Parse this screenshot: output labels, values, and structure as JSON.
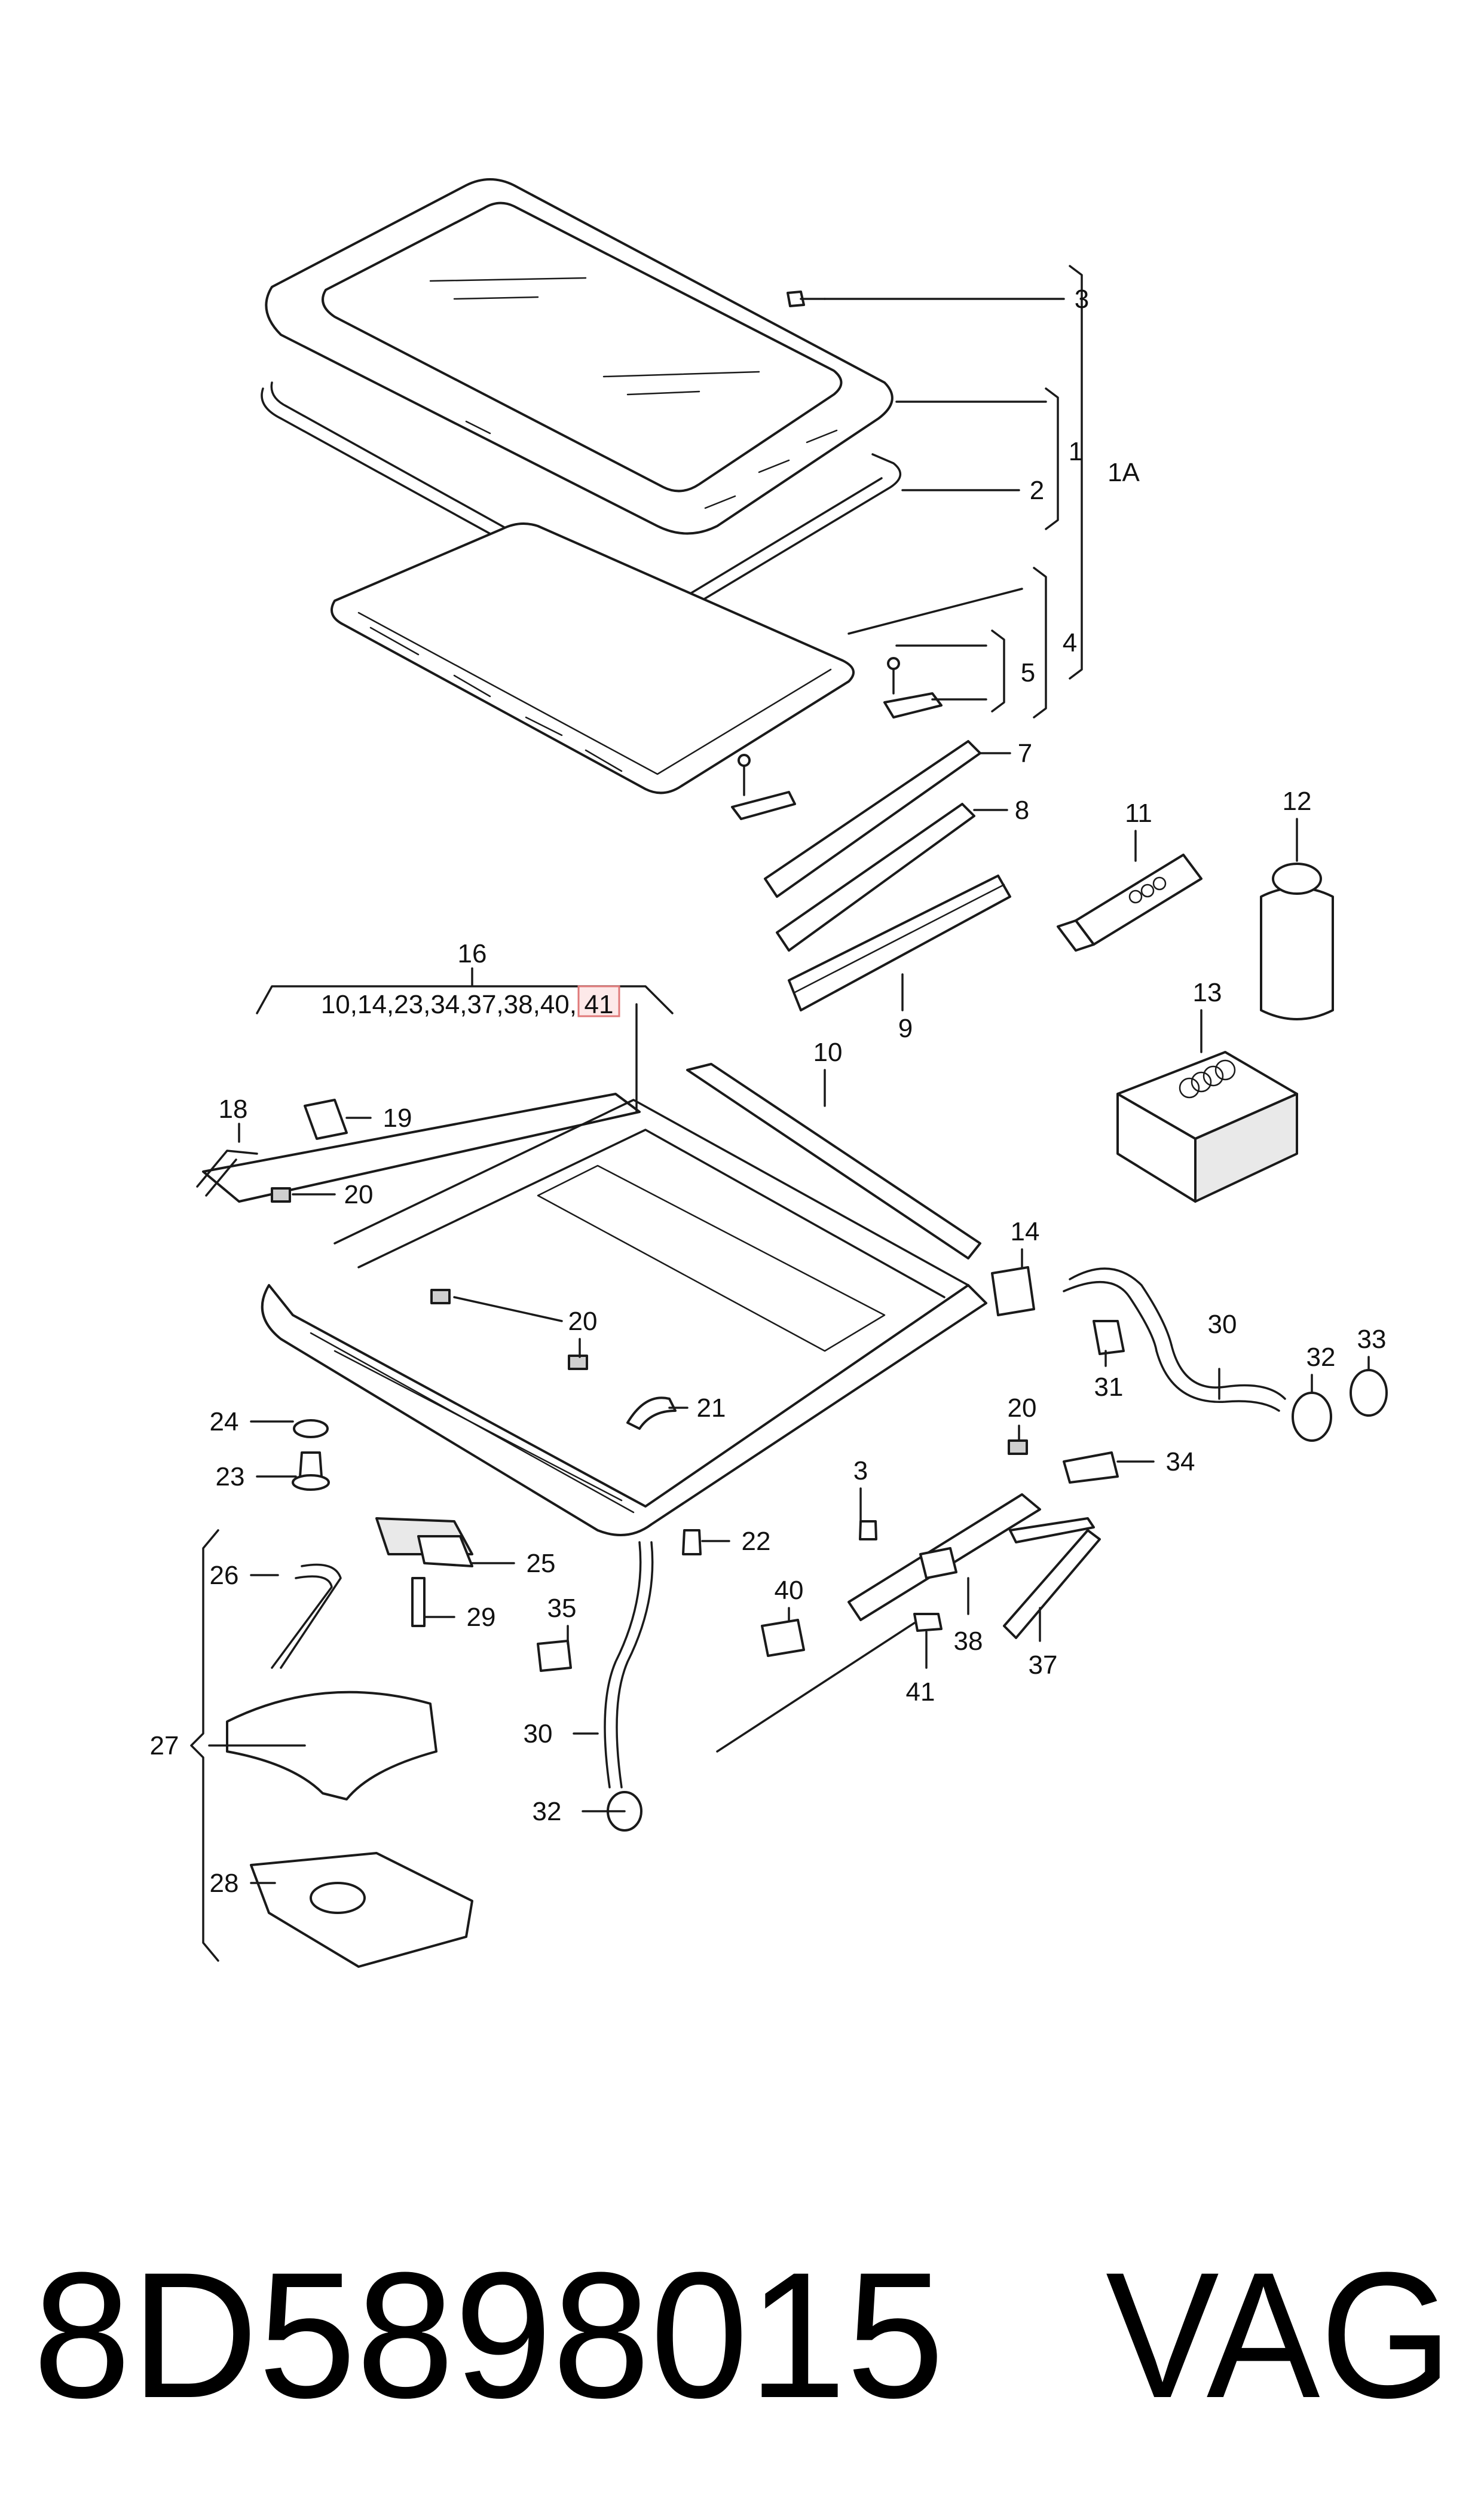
{
  "footer": {
    "part_number": "8D5898015",
    "brand": "VAG"
  },
  "group_label": {
    "number": "16",
    "contents": "10,14,23,34,37,38,40,",
    "highlighted": "41",
    "highlight_color": "#e07a7a"
  },
  "callouts": [
    {
      "id": "3a",
      "text": "3"
    },
    {
      "id": "1",
      "text": "1"
    },
    {
      "id": "1A",
      "text": "1A"
    },
    {
      "id": "2",
      "text": "2"
    },
    {
      "id": "4",
      "text": "4"
    },
    {
      "id": "5",
      "text": "5"
    },
    {
      "id": "7",
      "text": "7"
    },
    {
      "id": "8",
      "text": "8"
    },
    {
      "id": "9",
      "text": "9"
    },
    {
      "id": "11",
      "text": "11"
    },
    {
      "id": "12",
      "text": "12"
    },
    {
      "id": "13",
      "text": "13"
    },
    {
      "id": "10",
      "text": "10"
    },
    {
      "id": "18",
      "text": "18"
    },
    {
      "id": "19",
      "text": "19"
    },
    {
      "id": "20a",
      "text": "20"
    },
    {
      "id": "20b",
      "text": "20"
    },
    {
      "id": "21",
      "text": "21"
    },
    {
      "id": "14",
      "text": "14"
    },
    {
      "id": "30a",
      "text": "30"
    },
    {
      "id": "31",
      "text": "31"
    },
    {
      "id": "32a",
      "text": "32"
    },
    {
      "id": "33",
      "text": "33"
    },
    {
      "id": "20c",
      "text": "20"
    },
    {
      "id": "34",
      "text": "34"
    },
    {
      "id": "24",
      "text": "24"
    },
    {
      "id": "23",
      "text": "23"
    },
    {
      "id": "3b",
      "text": "3"
    },
    {
      "id": "22",
      "text": "22"
    },
    {
      "id": "25",
      "text": "25"
    },
    {
      "id": "26",
      "text": "26"
    },
    {
      "id": "29",
      "text": "29"
    },
    {
      "id": "35",
      "text": "35"
    },
    {
      "id": "40",
      "text": "40"
    },
    {
      "id": "38",
      "text": "38"
    },
    {
      "id": "37",
      "text": "37"
    },
    {
      "id": "41",
      "text": "41"
    },
    {
      "id": "27",
      "text": "27"
    },
    {
      "id": "30b",
      "text": "30"
    },
    {
      "id": "32b",
      "text": "32"
    },
    {
      "id": "28",
      "text": "28"
    }
  ]
}
